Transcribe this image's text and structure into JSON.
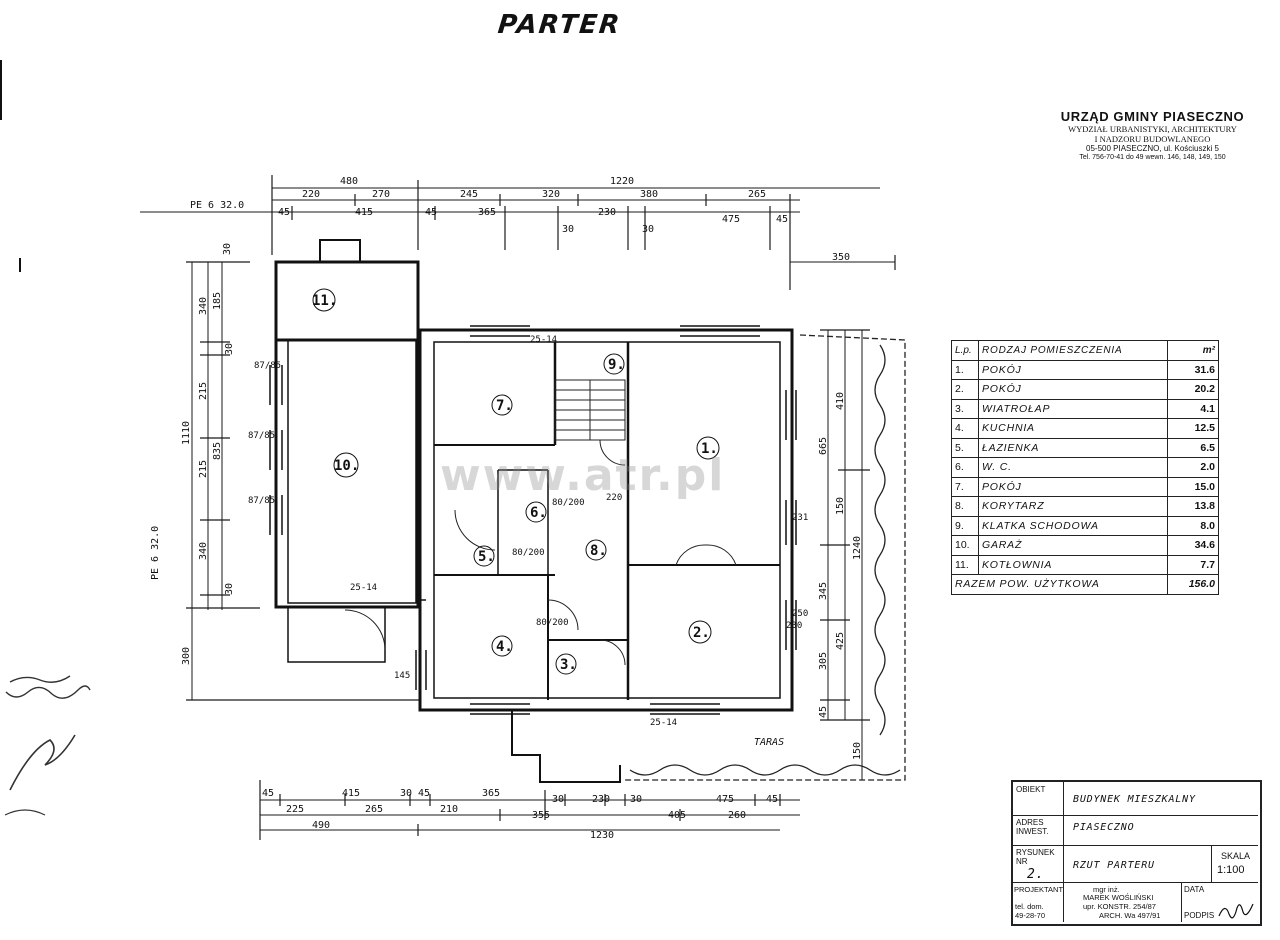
{
  "header": {
    "title": "PARTER"
  },
  "office_stamp": {
    "line1": "URZĄD GMINY PIASECZNO",
    "line2": "WYDZIAŁ URBANISTYKI, ARCHITEKTURY",
    "line3": "I NADZORU BUDOWLANEGO",
    "line4": "05-500 PIASECZNO, ul. Kościuszki 5",
    "line5": "Tel. 756-70-41 do 49 wewn. 146, 148, 149, 150"
  },
  "watermark": "www.atr.pl",
  "level_marks": {
    "top": "PE 6 32.0",
    "side": "PE 6 32.0"
  },
  "terrace_label": "TARAS",
  "dimensions_top": {
    "row1": [
      "480",
      "1220"
    ],
    "row2": [
      "220",
      "270",
      "245",
      "320",
      "380",
      "265"
    ],
    "row3": [
      "45",
      "415",
      "45",
      "365",
      "30",
      "230",
      "30",
      "475",
      "45"
    ],
    "right": "350"
  },
  "dimensions_bottom": {
    "row1": [
      "45",
      "415",
      "30",
      "45",
      "365",
      "30",
      "230",
      "30",
      "475",
      "45"
    ],
    "row2": [
      "225",
      "265",
      "210",
      "355",
      "405",
      "260"
    ],
    "row3": [
      "490",
      "1230"
    ]
  },
  "dimensions_left": [
    "30",
    "340",
    "185",
    "30",
    "1110",
    "215",
    "215",
    "835",
    "340",
    "30",
    "300"
  ],
  "dimensions_right": [
    "665",
    "410",
    "150",
    "1240",
    "345",
    "425",
    "305",
    "45",
    "150"
  ],
  "rooms": [
    {
      "n": "1."
    },
    {
      "n": "2."
    },
    {
      "n": "3."
    },
    {
      "n": "4."
    },
    {
      "n": "5."
    },
    {
      "n": "6."
    },
    {
      "n": "7."
    },
    {
      "n": "8."
    },
    {
      "n": "9."
    },
    {
      "n": "10."
    },
    {
      "n": "11."
    }
  ],
  "room_annotations": {
    "door_80_200": "80/200",
    "window_87_85": "87/85",
    "garage_door": "25-14",
    "door_220": "220",
    "window_231": "231",
    "window_250": "250",
    "window_230": "230",
    "window_145": "145"
  },
  "room_table": {
    "headers": {
      "lp": "L.p.",
      "name": "RODZAJ POMIESZCZENIA",
      "area": "m²"
    },
    "rows": [
      {
        "lp": "1.",
        "name": "POKÓJ",
        "area": "31.6"
      },
      {
        "lp": "2.",
        "name": "POKÓJ",
        "area": "20.2"
      },
      {
        "lp": "3.",
        "name": "WIATROŁAP",
        "area": "4.1"
      },
      {
        "lp": "4.",
        "name": "KUCHNIA",
        "area": "12.5"
      },
      {
        "lp": "5.",
        "name": "ŁAZIENKA",
        "area": "6.5"
      },
      {
        "lp": "6.",
        "name": "W. C.",
        "area": "2.0"
      },
      {
        "lp": "7.",
        "name": "POKÓJ",
        "area": "15.0"
      },
      {
        "lp": "8.",
        "name": "KORYTARZ",
        "area": "13.8"
      },
      {
        "lp": "9.",
        "name": "KLATKA SCHODOWA",
        "area": "8.0"
      },
      {
        "lp": "10.",
        "name": "GARAŻ",
        "area": "34.6"
      },
      {
        "lp": "11.",
        "name": "KOTŁOWNIA",
        "area": "7.7"
      }
    ],
    "total": {
      "label": "RAZEM POW. UŻYTKOWA",
      "area": "156.0"
    }
  },
  "title_block": {
    "obiekt_label": "OBIEKT",
    "obiekt_value": "BUDYNEK MIESZKALNY",
    "adres_label": "ADRES INWEST.",
    "adres_value": "PIASECZNO",
    "rysunek_label": "RYSUNEK NR",
    "rysunek_value": "2.",
    "rzut_value": "RZUT PARTERU",
    "skala_label": "SKALA",
    "skala_value": "1:100",
    "projektant_label": "PROJEKTANT",
    "projektant_line1": "mgr inż.",
    "projektant_line2": "MAREK WOŚLIŃSKI",
    "projektant_line3": "upr. KONSTR. 254/87",
    "projektant_line4": "ARCH. Wa 497/91",
    "tel_label": "tel. dom.",
    "tel_value": "49-28-70",
    "data_label": "DATA",
    "podpis_label": "PODPIS"
  }
}
